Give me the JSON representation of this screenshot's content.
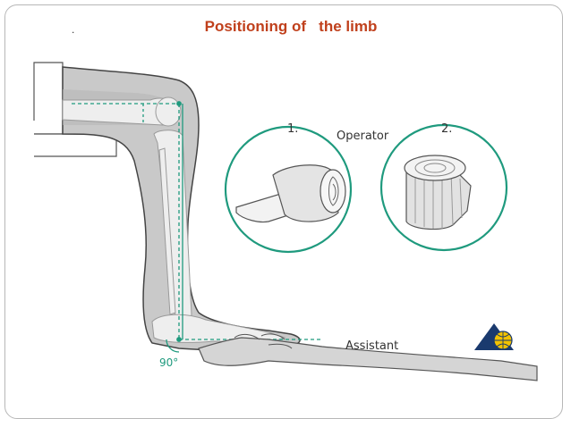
{
  "slide": {
    "title": "Positioning of   the limb",
    "bullet_marker": ".",
    "title_color": "#c0401c",
    "frame_color": "#b7b7b7"
  },
  "illustration": {
    "label_step_1": "1.",
    "label_step_2": "2.",
    "label_operator": "Operator",
    "label_assistant": "Assistant",
    "label_angle": "90°",
    "accent_color": "#1f9a7e",
    "skin_color": "#c9c9c9",
    "bone_color": "#eeeeee"
  },
  "icons": {
    "roll_1": "crepe-bandage-roll-icon",
    "roll_2": "padding-roll-icon",
    "logo": "globe-logo-icon"
  }
}
